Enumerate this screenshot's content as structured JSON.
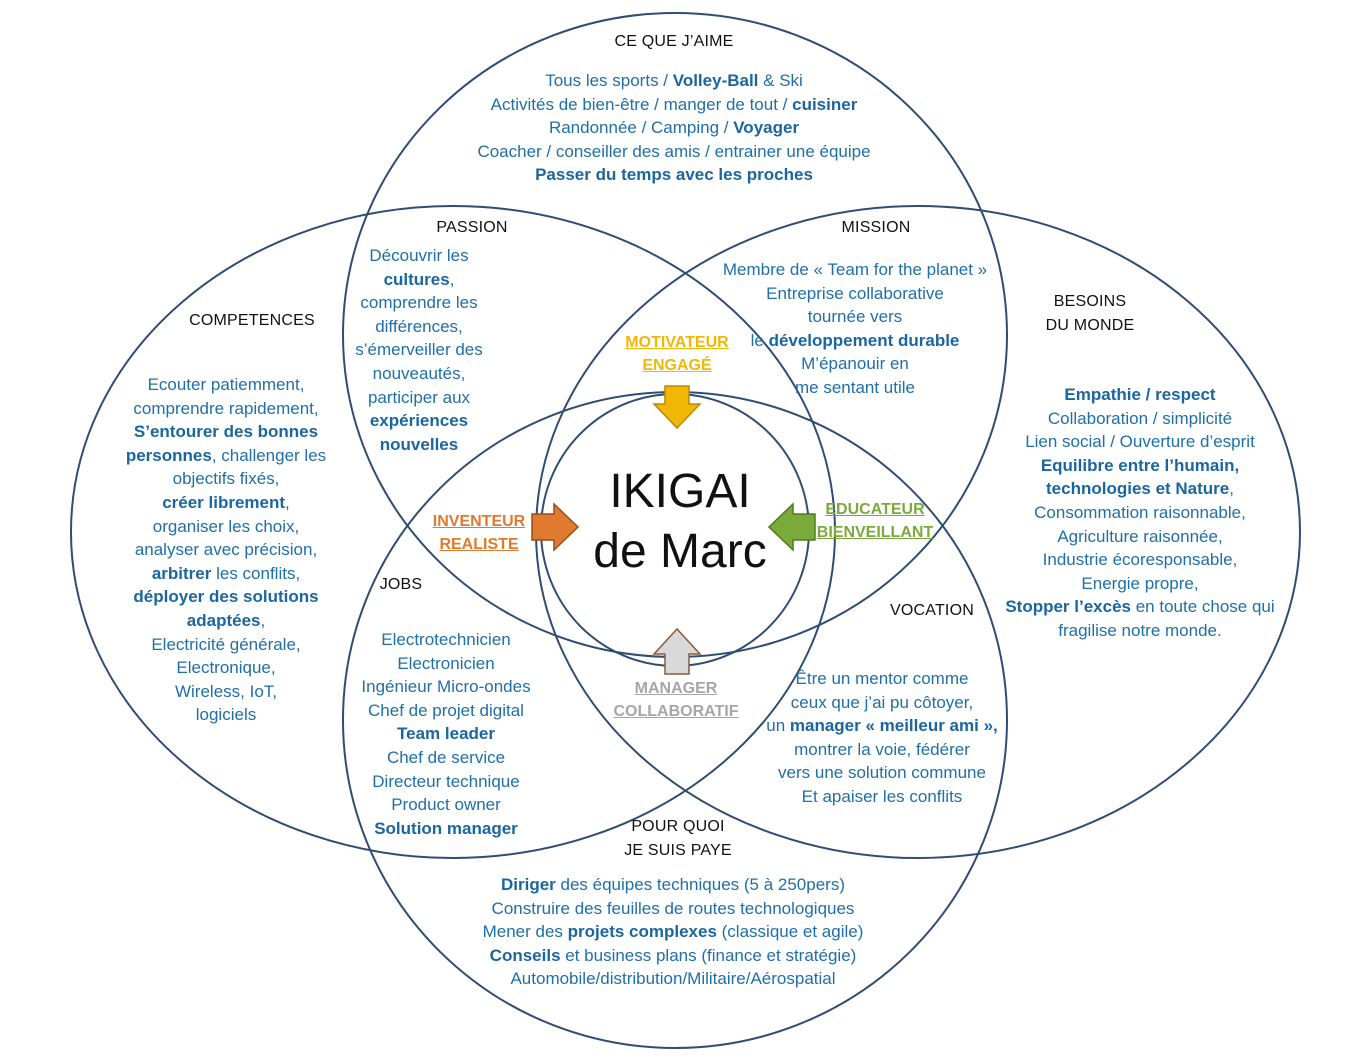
{
  "colors": {
    "circle_stroke": "#2e4d75",
    "text": "#1f6fa8",
    "heading": "#111111",
    "motivateur": "#f2b705",
    "inventeur": "#e07a2f",
    "educateur": "#7aab3a",
    "manager": "#a6a6a6"
  },
  "center": {
    "line1": "IKIGAI",
    "line2": "de Marc"
  },
  "headings": {
    "aime": "CE QUE J’AIME",
    "passion": "PASSION",
    "mission": "MISSION",
    "competences": "COMPETENCES",
    "besoins": [
      "BESOINS",
      "DU MONDE"
    ],
    "jobs": "JOBS",
    "vocation": "VOCATION",
    "paye": [
      "POUR QUOI",
      "JE SUIS PAYE"
    ]
  },
  "roles": {
    "motivateur": [
      "MOTIVATEUR",
      "ENGAGÉ"
    ],
    "inventeur": [
      "INVENTEUR",
      "REALISTE"
    ],
    "educateur": [
      "EDUCATEUR",
      "BIENVEILLANT"
    ],
    "manager": [
      "MANAGER",
      "COLLABORATIF"
    ]
  },
  "blocks": {
    "aime": [
      [
        {
          "t": "Tous les sports / "
        },
        {
          "t": "Volley-Ball",
          "b": true
        },
        {
          "t": " & Ski"
        }
      ],
      [
        {
          "t": "Activités de bien-être / manger de tout / "
        },
        {
          "t": "cuisiner",
          "b": true
        }
      ],
      [
        {
          "t": "Randonnée / Camping / "
        },
        {
          "t": "Voyager",
          "b": true
        }
      ],
      [
        {
          "t": "Coacher / conseiller des amis / entrainer une équipe"
        }
      ],
      [
        {
          "t": "Passer du temps avec les proches",
          "b": true
        }
      ]
    ],
    "passion": [
      [
        {
          "t": "Découvrir les"
        }
      ],
      [
        {
          "t": "cultures",
          "b": true
        },
        {
          "t": ","
        }
      ],
      [
        {
          "t": "comprendre les"
        }
      ],
      [
        {
          "t": "différences,"
        }
      ],
      [
        {
          "t": "s’émerveiller des"
        }
      ],
      [
        {
          "t": "nouveautés,"
        }
      ],
      [
        {
          "t": "participer aux"
        }
      ],
      [
        {
          "t": "expériences",
          "b": true
        }
      ],
      [
        {
          "t": "nouvelles",
          "b": true
        }
      ]
    ],
    "mission": [
      [
        {
          "t": "Membre de « Team for the planet »"
        }
      ],
      [
        {
          "t": "Entreprise collaborative"
        }
      ],
      [
        {
          "t": "tournée vers"
        }
      ],
      [
        {
          "t": "le "
        },
        {
          "t": "développement durable",
          "b": true
        }
      ],
      [
        {
          "t": "M’épanouir en"
        }
      ],
      [
        {
          "t": "me sentant utile"
        }
      ]
    ],
    "competences": [
      [
        {
          "t": "Ecouter patiemment,"
        }
      ],
      [
        {
          "t": "comprendre rapidement,"
        }
      ],
      [
        {
          "t": "S’entourer des bonnes",
          "b": true
        }
      ],
      [
        {
          "t": "personnes",
          "b": true
        },
        {
          "t": ", challenger les"
        }
      ],
      [
        {
          "t": "objectifs fixés,"
        }
      ],
      [
        {
          "t": "créer librement",
          "b": true
        },
        {
          "t": ","
        }
      ],
      [
        {
          "t": "organiser les choix,"
        }
      ],
      [
        {
          "t": "analyser avec précision,"
        }
      ],
      [
        {
          "t": "arbitrer",
          "b": true
        },
        {
          "t": " les conflits,"
        }
      ],
      [
        {
          "t": "déployer des solutions",
          "b": true
        }
      ],
      [
        {
          "t": "adaptées",
          "b": true
        },
        {
          "t": ","
        }
      ],
      [
        {
          "t": "Electricité générale,"
        }
      ],
      [
        {
          "t": "Electronique,"
        }
      ],
      [
        {
          "t": "Wireless, IoT,"
        }
      ],
      [
        {
          "t": "logiciels"
        }
      ]
    ],
    "besoins": [
      [
        {
          "t": "Empathie / respect",
          "b": true
        }
      ],
      [
        {
          "t": "Collaboration / simplicité"
        }
      ],
      [
        {
          "t": "Lien social / Ouverture d’esprit"
        }
      ],
      [
        {
          "t": "Equilibre entre l’humain,",
          "b": true
        }
      ],
      [
        {
          "t": "technologies et Nature",
          "b": true
        },
        {
          "t": ","
        }
      ],
      [
        {
          "t": "Consommation raisonnable,"
        }
      ],
      [
        {
          "t": "Agriculture raisonnée,"
        }
      ],
      [
        {
          "t": "Industrie écoresponsable,"
        }
      ],
      [
        {
          "t": "Energie propre,"
        }
      ],
      [
        {
          "t": "Stopper l’excès",
          "b": true
        },
        {
          "t": " en toute chose qui"
        }
      ],
      [
        {
          "t": "fragilise notre monde."
        }
      ]
    ],
    "jobs": [
      [
        {
          "t": "Electrotechnicien"
        }
      ],
      [
        {
          "t": "Electronicien"
        }
      ],
      [
        {
          "t": "Ingénieur Micro-ondes"
        }
      ],
      [
        {
          "t": "Chef de projet digital"
        }
      ],
      [
        {
          "t": "Team leader",
          "b": true
        }
      ],
      [
        {
          "t": "Chef de service"
        }
      ],
      [
        {
          "t": "Directeur technique"
        }
      ],
      [
        {
          "t": "Product owner"
        }
      ],
      [
        {
          "t": "Solution manager",
          "b": true
        }
      ]
    ],
    "vocation": [
      [
        {
          "t": "Être un mentor comme"
        }
      ],
      [
        {
          "t": "ceux que j’ai pu côtoyer,"
        }
      ],
      [
        {
          "t": "un "
        },
        {
          "t": "manager « meilleur ami »,",
          "b": true
        }
      ],
      [
        {
          "t": "montrer la voie, fédérer"
        }
      ],
      [
        {
          "t": "vers une solution commune"
        }
      ],
      [
        {
          "t": "Et apaiser les conflits"
        }
      ]
    ],
    "paye": [
      [
        {
          "t": "Diriger",
          "b": true
        },
        {
          "t": " des équipes techniques (5 à 250pers)"
        }
      ],
      [
        {
          "t": "Construire des feuilles de routes technologiques"
        }
      ],
      [
        {
          "t": "Mener des "
        },
        {
          "t": "projets complexes",
          "b": true
        },
        {
          "t": " (classique et agile)"
        }
      ],
      [
        {
          "t": "Conseils",
          "b": true
        },
        {
          "t": " et business plans (finance et stratégie)"
        }
      ],
      [
        {
          "t": "Automobile/distribution/Militaire/Aérospatial"
        }
      ]
    ]
  }
}
